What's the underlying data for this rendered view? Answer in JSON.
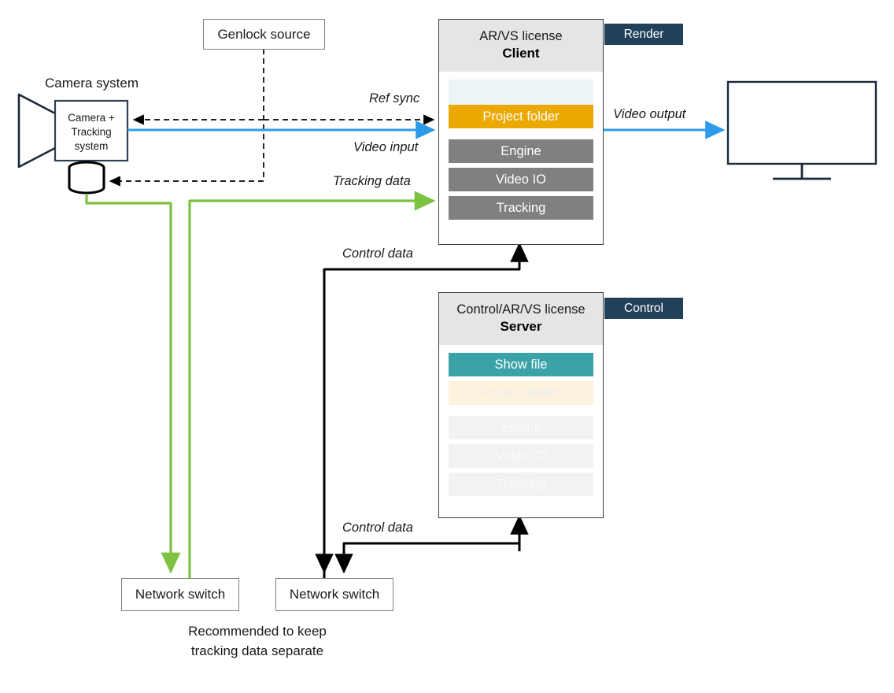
{
  "diagram": {
    "title_labels": {
      "camera_system": "Camera system",
      "genlock_source": "Genlock source",
      "network_switch_left": "Network switch",
      "network_switch_right": "Network switch",
      "caption_line1": "Recommended to keep",
      "caption_line2": "tracking data separate"
    },
    "camera": {
      "line1": "Camera +",
      "line2": "Tracking",
      "line3": "system"
    },
    "client": {
      "license": "AR/VS license",
      "name": "Client",
      "badge": "Render",
      "rows": [
        {
          "label": "",
          "style": "blank"
        },
        {
          "label": "Project folder",
          "style": "orange"
        },
        {
          "label": "Engine",
          "style": "gray"
        },
        {
          "label": "Video IO",
          "style": "gray"
        },
        {
          "label": "Tracking",
          "style": "gray"
        }
      ]
    },
    "server": {
      "license": "Control/AR/VS license",
      "name": "Server",
      "badge": "Control",
      "rows": [
        {
          "label": "Show file",
          "style": "teal"
        },
        {
          "label": "Project folder",
          "style": "orange-faded"
        },
        {
          "label": "Engine",
          "style": "gray-faded"
        },
        {
          "label": "Video IO",
          "style": "gray-faded"
        },
        {
          "label": "Tracking",
          "style": "gray-faded"
        }
      ]
    },
    "connections": [
      {
        "label": "Ref sync",
        "color": "#000000",
        "style": "dashed"
      },
      {
        "label": "Video input",
        "color": "#2e9bea",
        "style": "solid"
      },
      {
        "label": "Tracking data",
        "color": "#7dc242",
        "style": "solid"
      },
      {
        "label": "Video output",
        "color": "#2e9bea",
        "style": "solid"
      },
      {
        "label": "Control data",
        "color": "#000000",
        "style": "solid"
      },
      {
        "label": "Control data",
        "color": "#000000",
        "style": "solid"
      }
    ],
    "colors": {
      "orange": "#eba900",
      "teal": "#3ba3a8",
      "gray": "#808080",
      "badge_navy": "#214059",
      "blue_line": "#2e9bea",
      "green_line": "#7dc242",
      "header_gray": "#e5e5e5",
      "pale_blue": "#edf4f6"
    }
  }
}
